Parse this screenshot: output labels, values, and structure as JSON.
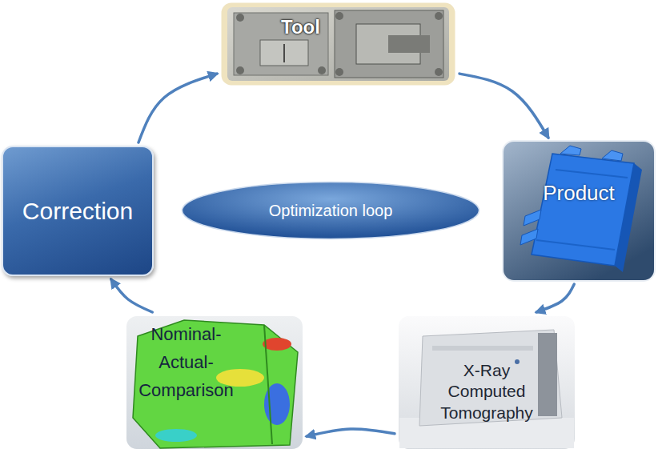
{
  "diagram": {
    "nodes": [
      {
        "text": [
          "Tool"
        ]
      },
      {
        "text": [
          "Product"
        ]
      },
      {
        "text": [
          "X-Ray Computed Tomography"
        ]
      },
      {
        "text": [
          "Nominal-Actual-Comparison"
        ]
      },
      {
        "text": [
          "Correction"
        ]
      },
      {
        "text": [
          "Optimization loop"
        ]
      }
    ],
    "edges": [
      {
        "from": 0,
        "to": 1,
        "arrow": "to"
      },
      {
        "from": 1,
        "to": 2,
        "arrow": "to"
      },
      {
        "from": 2,
        "to": 3,
        "arrow": "to"
      },
      {
        "from": 3,
        "to": 4,
        "arrow": "to"
      },
      {
        "from": 4,
        "to": 0,
        "arrow": "to"
      }
    ]
  }
}
